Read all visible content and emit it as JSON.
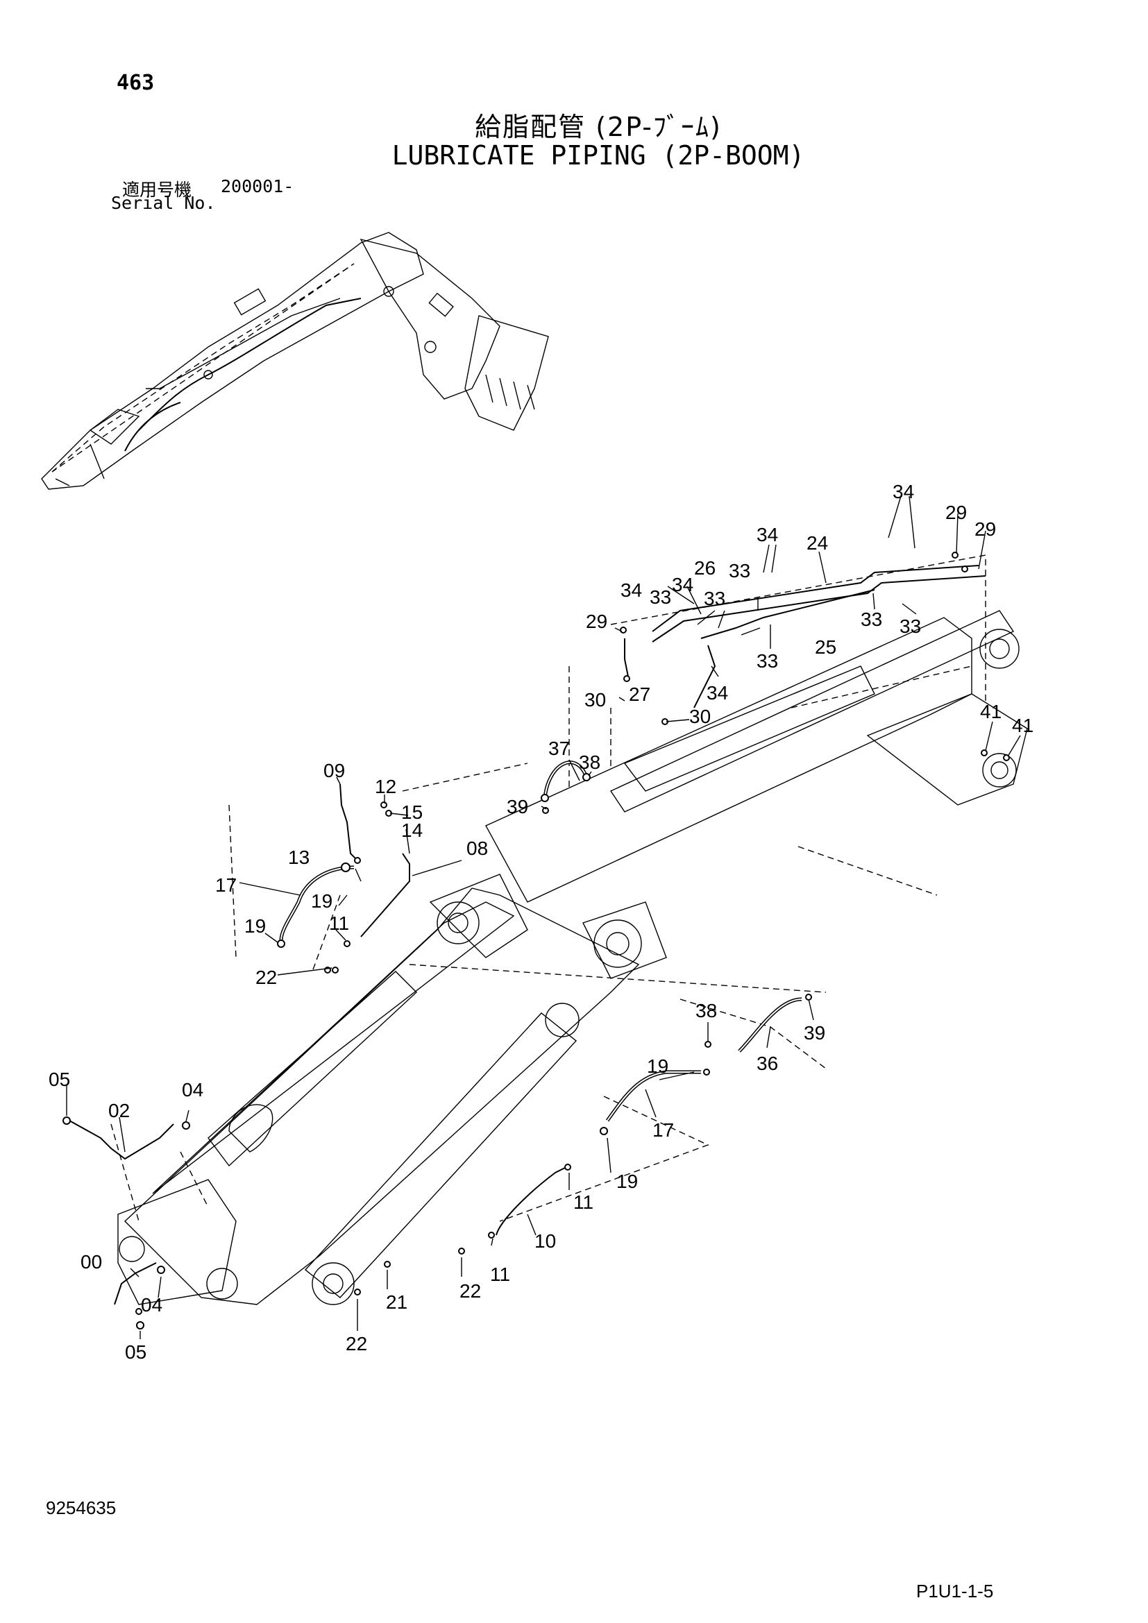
{
  "header": {
    "page_number": "463",
    "title_jp": "給脂配管 (2P-ﾌﾞｰﾑ)",
    "title_en": "LUBRICATE PIPING (2P-BOOM)",
    "serial_label_jp": "適用号機",
    "serial_value": "200001-",
    "serial_label_en": "Serial No."
  },
  "footer": {
    "drawing_number": "9254635",
    "page_code": "P1U1-1-5"
  },
  "callouts": {
    "c34a": "34",
    "c29a": "29",
    "c29b": "29",
    "c34b": "34",
    "c24": "24",
    "c34c": "34",
    "c33a": "33",
    "c26": "26",
    "c34d": "34",
    "c33b": "33",
    "c33c": "33",
    "c29c": "29",
    "c33d": "33",
    "c33e": "33",
    "c33f": "33",
    "c25": "25",
    "c30a": "30",
    "c27": "27",
    "c34e": "34",
    "c30b": "30",
    "c41a": "41",
    "c41b": "41",
    "c37": "37",
    "c38a": "38",
    "c39a": "39",
    "c09": "09",
    "c12": "12",
    "c15": "15",
    "c14": "14",
    "c08": "08",
    "c13": "13",
    "c17a": "17",
    "c19a": "19",
    "c11a": "11",
    "c19b": "19",
    "c22a": "22",
    "c38b": "38",
    "c39b": "39",
    "c36": "36",
    "c19c": "19",
    "c17b": "17",
    "c05a": "05",
    "c04a": "04",
    "c02": "02",
    "c19d": "19",
    "c11b": "11",
    "c10": "10",
    "c00": "00",
    "c04b": "04",
    "c21": "21",
    "c22b": "22",
    "c11c": "11",
    "c05b": "05",
    "c22c": "22"
  }
}
